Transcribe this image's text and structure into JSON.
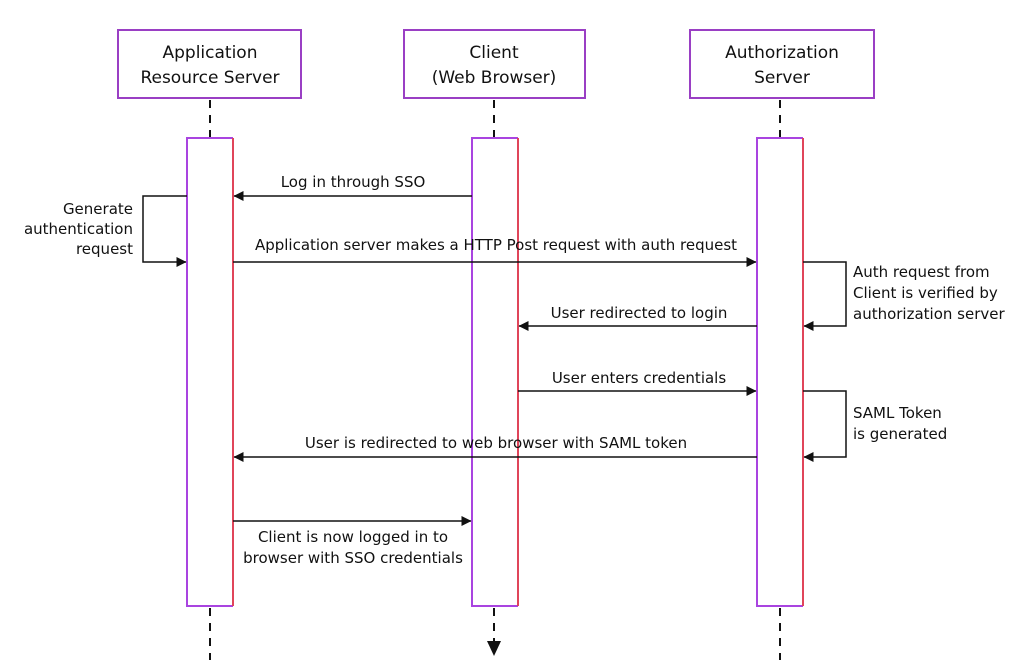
{
  "participants": [
    {
      "id": "app",
      "lines": [
        "Application",
        "Resource Server"
      ]
    },
    {
      "id": "client",
      "lines": [
        "Client",
        "(Web Browser)"
      ]
    },
    {
      "id": "auth",
      "lines": [
        "Authorization",
        "Server"
      ]
    }
  ],
  "messages": [
    {
      "id": "login-sso",
      "from": "client",
      "to": "app",
      "lines": [
        "Log in through SSO"
      ]
    },
    {
      "id": "http-post",
      "from": "app",
      "to": "auth",
      "lines": [
        "Application server makes a HTTP Post request with auth request"
      ]
    },
    {
      "id": "redirect-login",
      "from": "auth",
      "to": "client",
      "lines": [
        "User redirected to login"
      ]
    },
    {
      "id": "enter-credentials",
      "from": "client",
      "to": "auth",
      "lines": [
        "User enters credentials"
      ]
    },
    {
      "id": "redirect-saml",
      "from": "auth",
      "to": "app",
      "lines": [
        "User is redirected to web browser with SAML token"
      ]
    },
    {
      "id": "logged-in",
      "from": "app",
      "to": "client",
      "lines": [
        "Client is now logged in to",
        "browser with SSO credentials"
      ]
    }
  ],
  "self_calls": [
    {
      "id": "generate-auth",
      "on": "app",
      "side": "left",
      "lines": [
        "Generate",
        "authentication",
        "request"
      ]
    },
    {
      "id": "verify-auth",
      "on": "auth",
      "side": "right",
      "lines": [
        "Auth request from",
        "Client is verified by",
        "authorization server"
      ]
    },
    {
      "id": "saml-generated",
      "on": "auth",
      "side": "right",
      "lines": [
        "SAML Token",
        "is generated"
      ]
    }
  ],
  "colors": {
    "box_border": "#9a3fc4",
    "activation_left": "#a944e0",
    "activation_right": "#e0455a",
    "line": "#111111"
  }
}
